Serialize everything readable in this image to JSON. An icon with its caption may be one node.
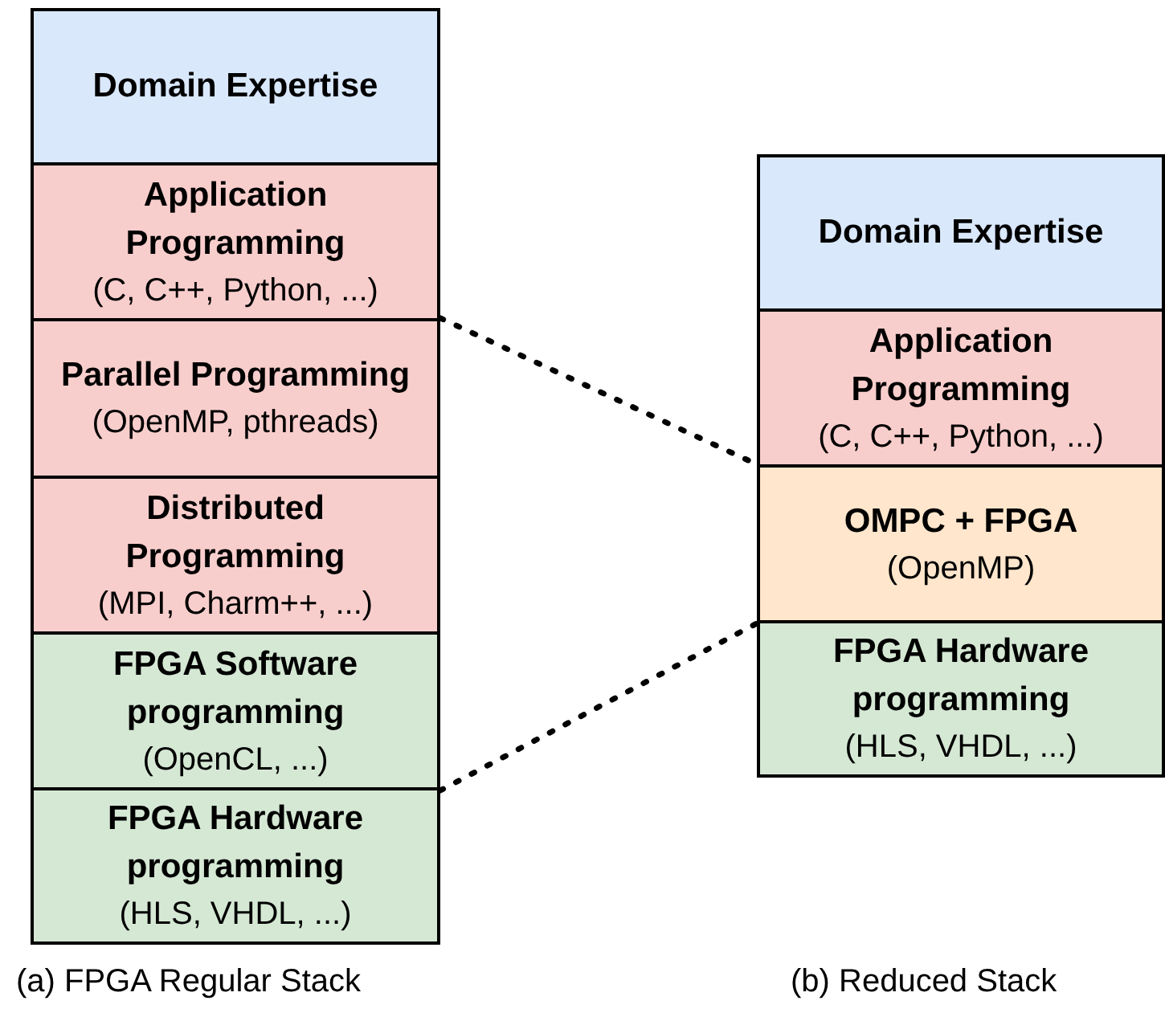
{
  "diagram": {
    "nodes": [
      {
        "text": [
          "Domain Expertise"
        ]
      },
      {
        "text": [
          "Application Programming",
          "(C, C++, Python, ...)"
        ]
      },
      {
        "text": [
          "Parallel Programming",
          "(OpenMP, pthreads)"
        ]
      },
      {
        "text": [
          "Distributed Programming",
          "(MPI, Charm++, ...)"
        ]
      },
      {
        "text": [
          "FPGA Software programming",
          "(OpenCL, ...)"
        ]
      },
      {
        "text": [
          "FPGA Hardware programming",
          "(HLS, VHDL, ...)"
        ]
      },
      {
        "text": [
          "Domain Expertise"
        ]
      },
      {
        "text": [
          "Application Programming",
          "(C, C++, Python, ...)"
        ]
      },
      {
        "text": [
          "OMPC + FPGA",
          "(OpenMP)"
        ]
      },
      {
        "text": [
          "FPGA Hardware programming",
          "(HLS, VHDL, ...)"
        ]
      }
    ],
    "edges": [
      {
        "from": 2,
        "to": 8,
        "arrow": "none",
        "style": "dashed"
      },
      {
        "from": 4,
        "to": 8,
        "arrow": "none",
        "style": "dashed"
      }
    ],
    "labels": [
      "(a) FPGA Regular Stack",
      "(b) Reduced Stack"
    ]
  }
}
